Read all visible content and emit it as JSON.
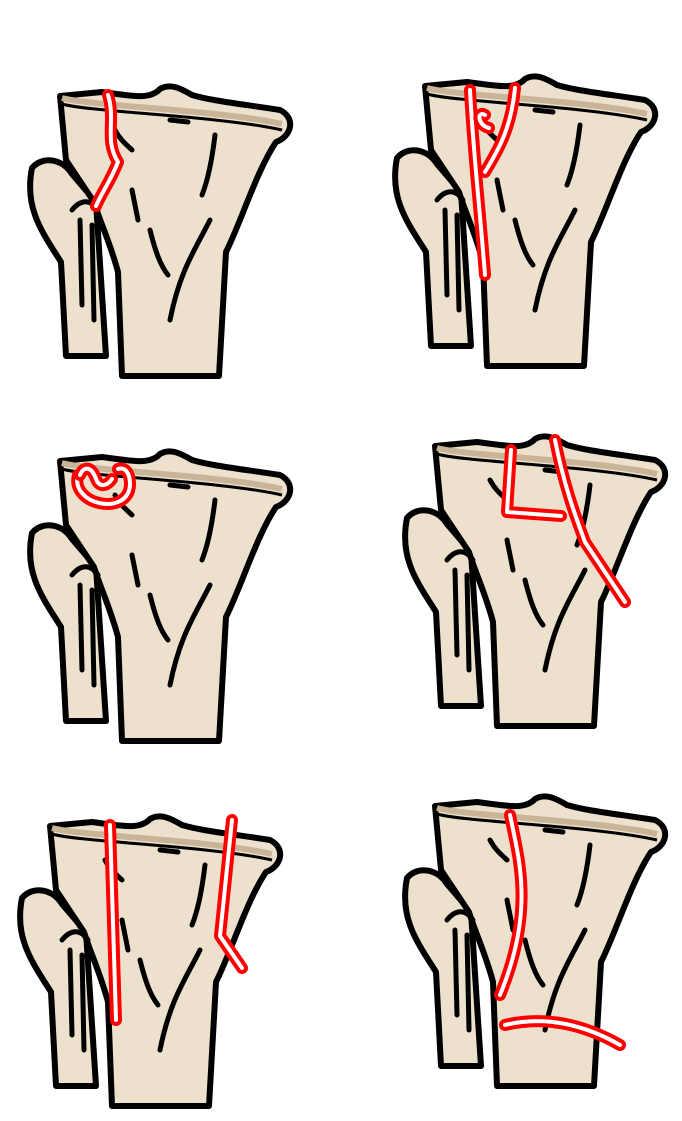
{
  "diagram": {
    "colors": {
      "bone_fill": "#ede0cd",
      "outline": "#000000",
      "rim": "#c9b497",
      "fracture": "#ff0000",
      "fracture_core": "#ffffff",
      "background": "#ffffff"
    },
    "panels": [
      {
        "id": "panel-1"
      },
      {
        "id": "panel-2"
      },
      {
        "id": "panel-3"
      },
      {
        "id": "panel-4"
      },
      {
        "id": "panel-5"
      },
      {
        "id": "panel-6"
      }
    ]
  }
}
